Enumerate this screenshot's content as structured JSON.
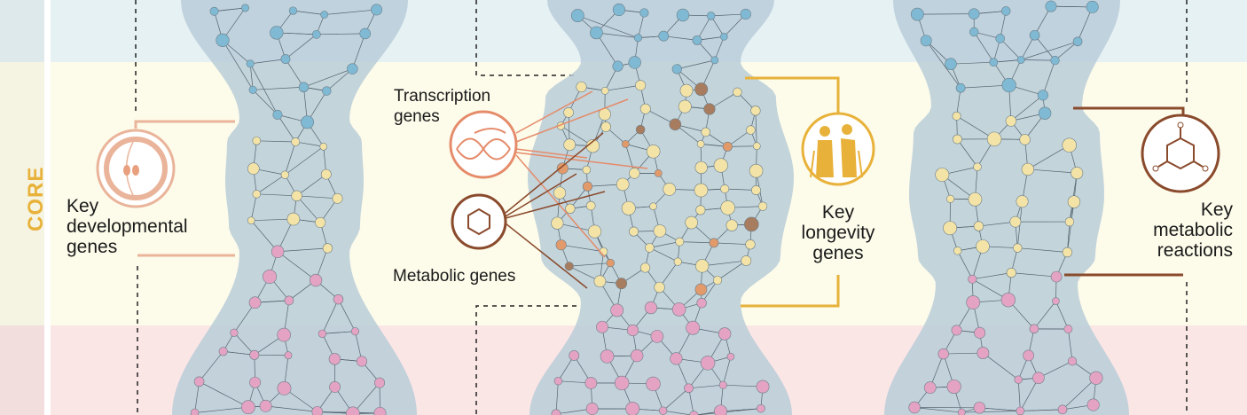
{
  "side_label": "CORE",
  "labels": {
    "developmental": [
      "Key",
      "developmental",
      "genes"
    ],
    "transcription": [
      "Transcription",
      "genes"
    ],
    "metabolic_genes": "Metabolic genes",
    "longevity": [
      "Key",
      "longevity",
      "genes"
    ],
    "metabolic_reactions": [
      "Key",
      "metabolic",
      "reactions"
    ]
  },
  "icons": [
    "embryo-icon",
    "dna-transcription-icon",
    "molecule-icon",
    "elderly-couple-icon",
    "molecule-icon"
  ],
  "colors": {
    "band_top": "#e6f1f4",
    "band_core": "#fdfbea",
    "band_bottom": "#fbe6e6",
    "core_label": "#e8b23a",
    "network_fill": "#b8ccd8",
    "node_top": "#7fb9d3",
    "node_core": "#f3e3a6",
    "node_bottom": "#e5a3c3",
    "developmental_accent": "#eab49a",
    "longevity_accent": "#e8b23a",
    "metabolic_accent": "#8a4a2c"
  }
}
